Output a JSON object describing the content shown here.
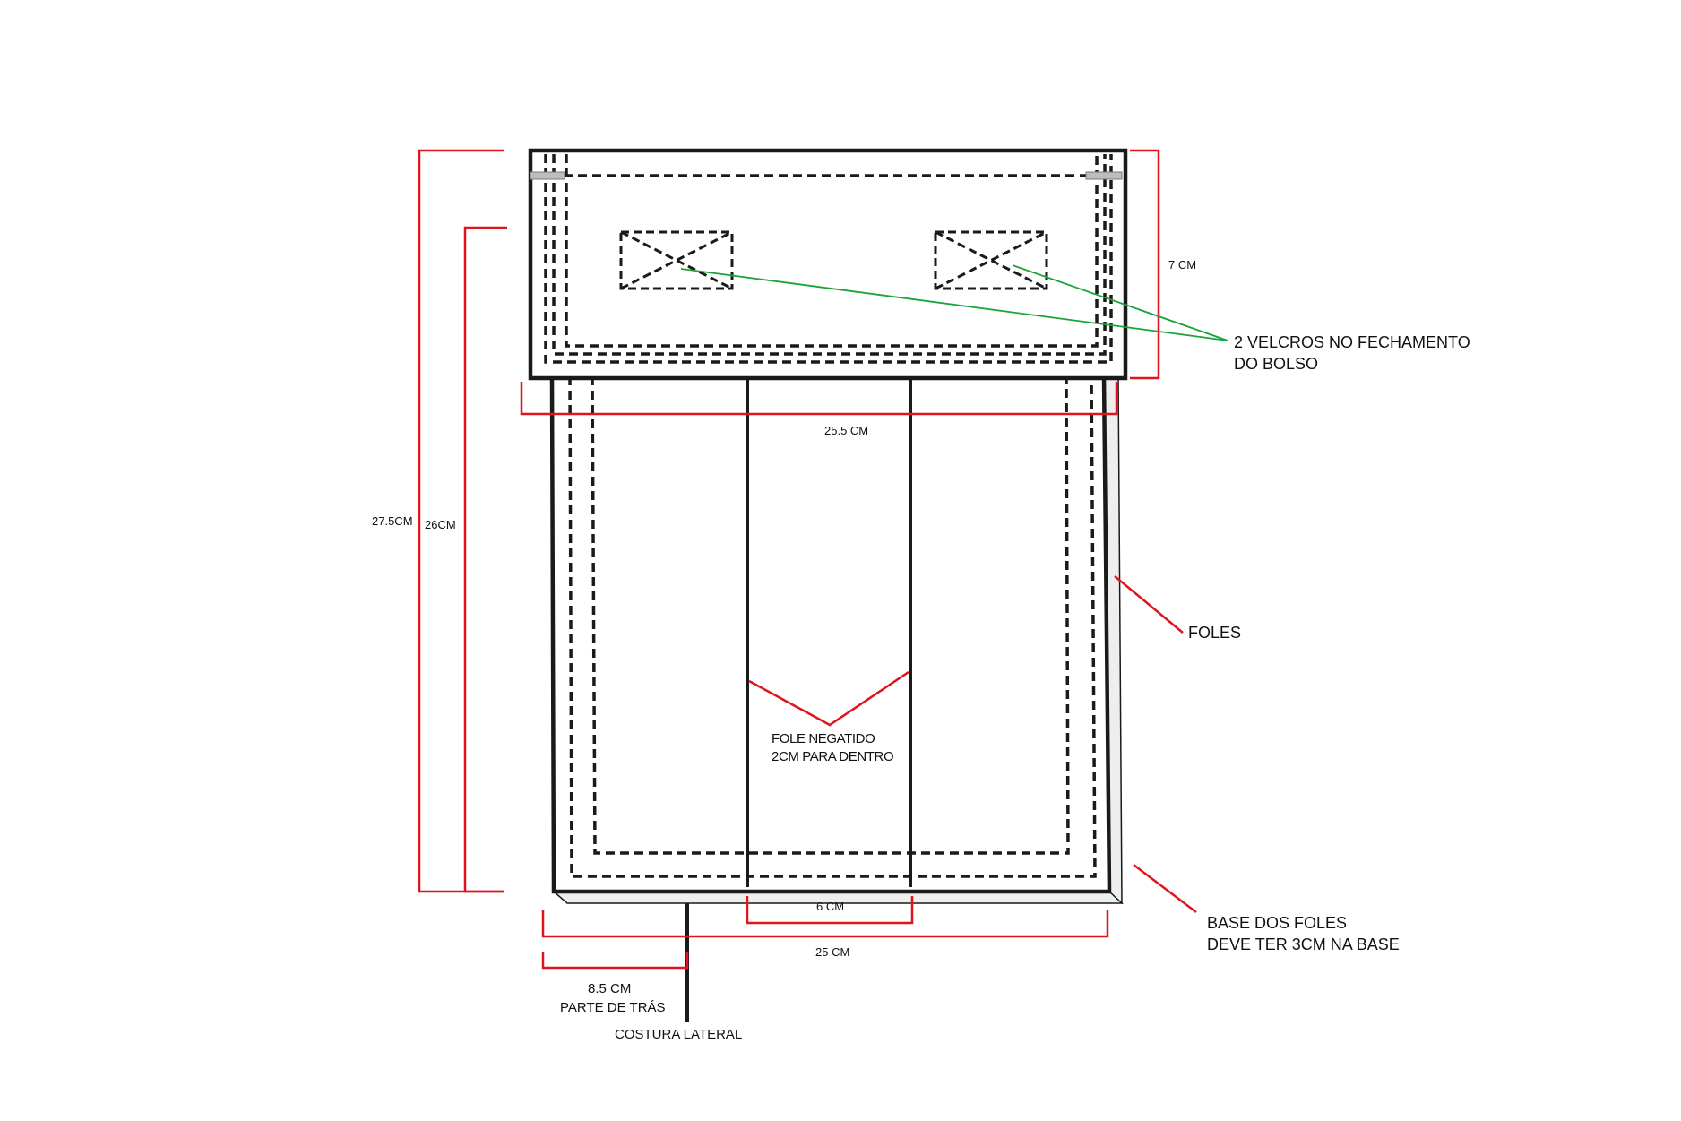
{
  "diagram": {
    "colors": {
      "outline": "#1a1a1a",
      "dimension": "#e0141c",
      "leader_velcro": "#1aa33a",
      "bellows_fill": "#eeeeee"
    },
    "dimensions": {
      "total_height": "27.5CM",
      "body_height": "26CM",
      "flap_height": "7 CM",
      "flap_width": "25.5 CM",
      "gusset_width": "6 CM",
      "base_width": "25 CM",
      "back_part_width": "8.5 CM",
      "back_part_label": "PARTE DE TRÁS"
    },
    "annotations": {
      "velcro_line1": "2 VELCROS NO FECHAMENTO",
      "velcro_line2": "DO BOLSO",
      "bellows": "FOLES",
      "negative_gusset_line1": "FOLE NEGATIDO",
      "negative_gusset_line2": "2CM PARA DENTRO",
      "bellows_base_line1": "BASE DOS FOLES",
      "bellows_base_line2": "DEVE TER 3CM NA BASE",
      "side_seam": "COSTURA LATERAL"
    },
    "icons": {
      "velcro_patch": "velcro-x-icon"
    }
  }
}
